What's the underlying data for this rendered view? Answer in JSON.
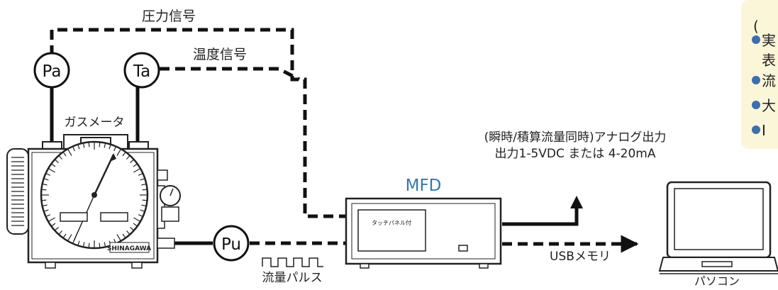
{
  "labels": {
    "pressure_signal": "圧力信号",
    "temperature_signal": "温度信号",
    "pa": "Pa",
    "ta": "Ta",
    "pu": "Pu",
    "gas_meter": "ガスメータ",
    "gas_meter_brand": "SHINAGAWA",
    "mfd": "MFD",
    "touch_panel": "タッチパネル付",
    "flow_pulse": "流量パルス",
    "analog_line1": "(瞬時/積算流量同時)アナログ出力",
    "analog_line2": "出力1-5VDC または 4-20mA",
    "usb_memory": "USBメモリ",
    "pc": "パソコン"
  },
  "side_note": {
    "lines": [
      "(",
      "実",
      "表",
      "流",
      "大",
      "I"
    ]
  },
  "colors": {
    "line": "#111111",
    "mfd_label": "#2f78b7",
    "note_bg": "#fbf6d8",
    "note_bullet": "#3a6fb0"
  }
}
